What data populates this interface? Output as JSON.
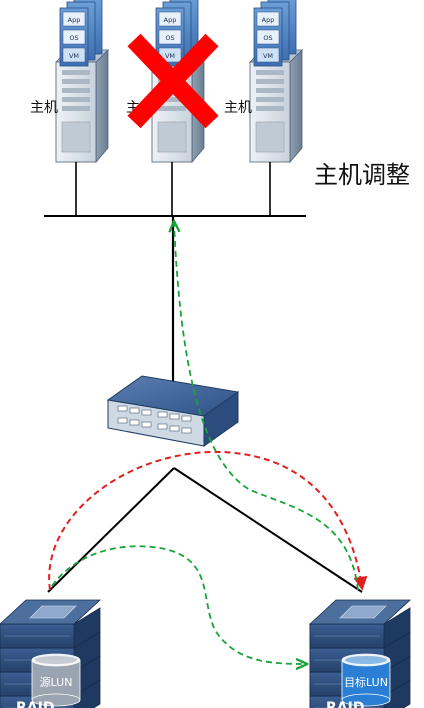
{
  "hosts": [
    {
      "label": "主机",
      "vm_layers": [
        "App",
        "OS",
        "VM"
      ],
      "failed": false
    },
    {
      "label": "主机",
      "vm_layers": [
        "App",
        "OS",
        "VM"
      ],
      "failed": true
    },
    {
      "label": "主机",
      "vm_layers": [
        "App",
        "OS",
        "VM"
      ],
      "failed": false
    }
  ],
  "caption": "主机调整",
  "storage": {
    "source": {
      "lun_label": "源LUN",
      "raid_label": "RAID"
    },
    "target": {
      "lun_label": "目标LUN",
      "raid_label": "RAID"
    }
  },
  "colors": {
    "failure_mark": "#ff0000",
    "migration_path_red": "#e02020",
    "io_path_green": "#1aa33a",
    "link_line": "#000000",
    "source_disk": "#9aa3b0",
    "target_disk": "#2a7fd4",
    "server_body": "#dfe6ee",
    "storage_body": "#2e4d7a"
  },
  "icons": [
    "server-icon",
    "vm-stack-icon",
    "red-x-icon",
    "switch-icon",
    "storage-array-icon",
    "disk-cylinder-icon"
  ]
}
